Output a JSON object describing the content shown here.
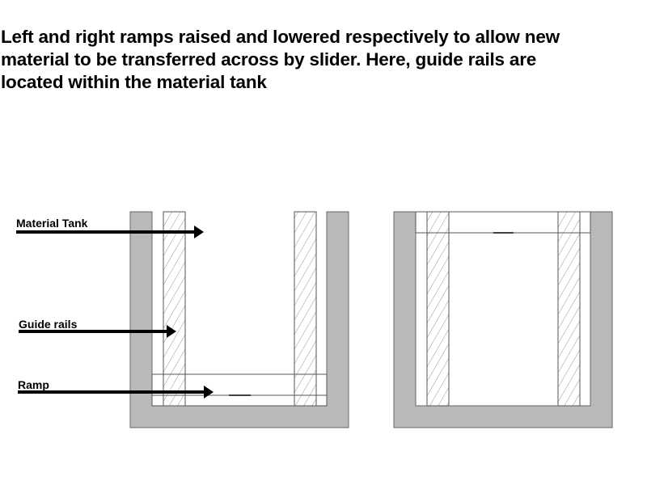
{
  "caption": {
    "lines": [
      "Left and right ramps raised and lowered respectively to allow new",
      "material to be transferred across by slider. Here, guide rails are",
      "located within the material tank"
    ]
  },
  "labels": {
    "material_tank": "Material Tank",
    "guide_rails": "Guide rails",
    "ramp": "Ramp"
  },
  "colors": {
    "tank_wall": "#b9b9b9",
    "outline": "#555555",
    "arrow": "#000000"
  }
}
